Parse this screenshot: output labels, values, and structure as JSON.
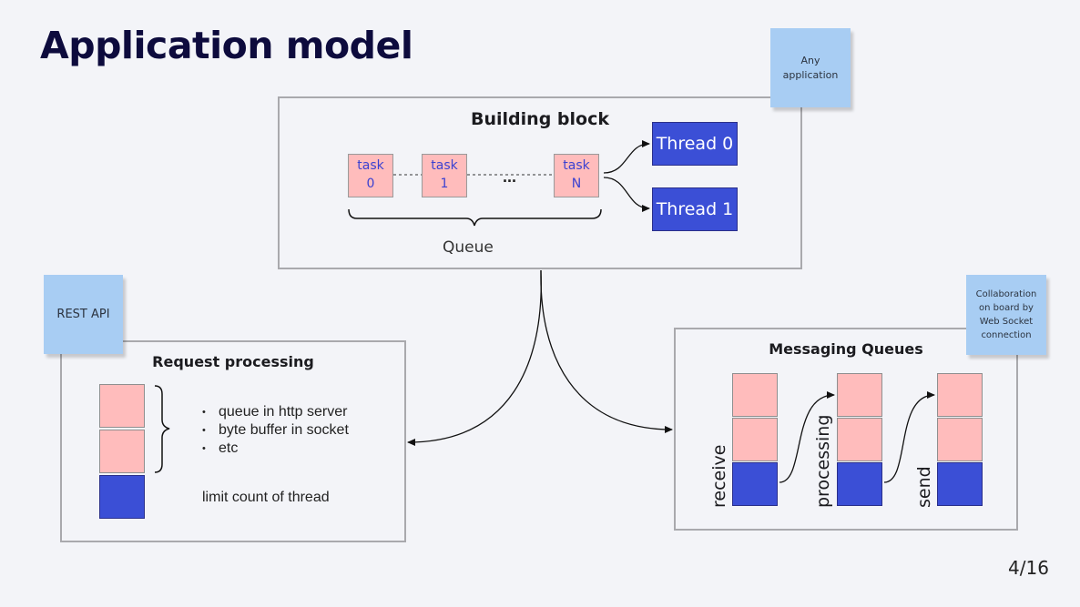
{
  "title": "Application model",
  "page_number": "4/16",
  "building_block": {
    "title": "Building block",
    "tasks": [
      {
        "label": "task",
        "index": "0"
      },
      {
        "label": "task",
        "index": "1"
      },
      {
        "label": "task",
        "index": "N"
      }
    ],
    "ellipsis": "...",
    "queue_label": "Queue",
    "threads": [
      "Thread 0",
      "Thread 1"
    ]
  },
  "notes": {
    "any_application": "Any application",
    "rest_api": "REST API",
    "collaboration": "Collaboration on board by Web Socket connection"
  },
  "request_processing": {
    "title": "Request processing",
    "bullets": [
      "queue in http server",
      "byte buffer in socket",
      "etc"
    ],
    "footer": "limit count of thread"
  },
  "messaging_queues": {
    "title": "Messaging Queues",
    "stages": [
      "receive",
      "processing",
      "send"
    ]
  },
  "colors": {
    "task_fill": "#ffbcbc",
    "thread_fill": "#3b4fd6",
    "note_fill": "#a8cdf3",
    "title_color": "#0d0b3d"
  }
}
